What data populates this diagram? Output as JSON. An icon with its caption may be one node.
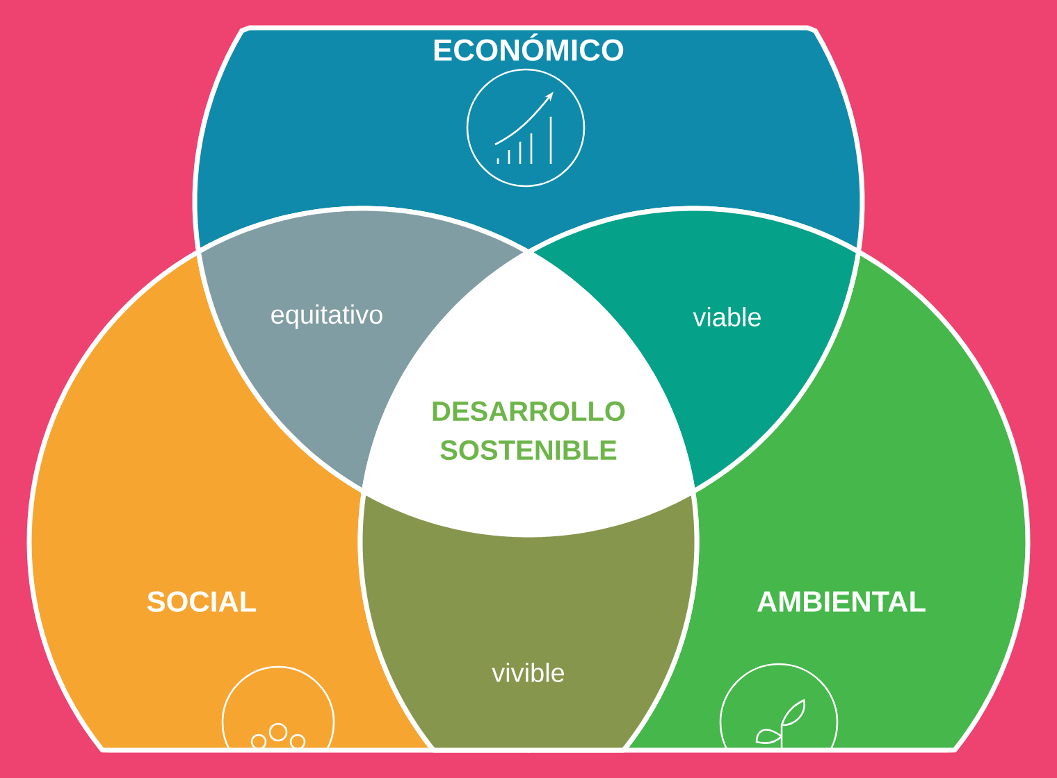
{
  "diagram": {
    "nodes": [
      {
        "text": [
          "ECONÓMICO"
        ]
      },
      {
        "text": [
          "SOCIAL"
        ]
      },
      {
        "text": [
          "AMBIENTAL"
        ]
      },
      {
        "text": [
          "equitativo"
        ]
      },
      {
        "text": [
          "viable"
        ]
      },
      {
        "text": [
          "DESARROLLO SOSTENIBLE"
        ]
      },
      {
        "text": [
          "vivible"
        ]
      }
    ]
  }
}
